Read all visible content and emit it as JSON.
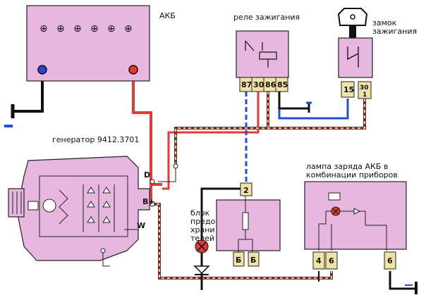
{
  "labels": {
    "battery": "АКБ",
    "ignition_relay": "реле зажигания",
    "ignition_lock": [
      "замок",
      "зажигания"
    ],
    "generator": "генератор 9412.3701",
    "fuse_block": [
      "блок",
      "предо",
      "храни",
      "телей"
    ],
    "charge_lamp": [
      "лампа заряда АКБ в",
      "комбинации приборов"
    ]
  },
  "generator_terminals": {
    "d": "D",
    "b_plus": "B+",
    "w": "W"
  },
  "relay_pins": [
    "87",
    "30",
    "86",
    "85"
  ],
  "lock_pins": {
    "p15": "15",
    "p30a": "30",
    "p30b": "1"
  },
  "fuse_pins": {
    "top": "2",
    "bottom_left": "Б",
    "bottom_right": "Б"
  },
  "lamp_pins": {
    "p4": "4",
    "p6a": "6",
    "p6b": "6"
  },
  "wire_colors": {
    "red": "#e53935",
    "blue": "#1e4fd6",
    "black": "#111111",
    "brown_white": "#7a2e1a",
    "box_fill": "#e8b7e0",
    "pin_fill": "#f1e2a6"
  }
}
